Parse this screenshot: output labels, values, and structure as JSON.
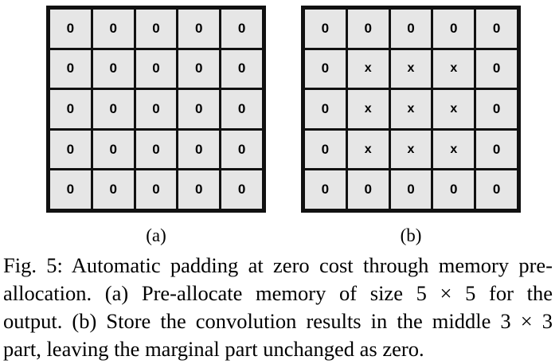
{
  "figure": {
    "grid_a": {
      "rows": [
        [
          "0",
          "0",
          "0",
          "0",
          "0"
        ],
        [
          "0",
          "0",
          "0",
          "0",
          "0"
        ],
        [
          "0",
          "0",
          "0",
          "0",
          "0"
        ],
        [
          "0",
          "0",
          "0",
          "0",
          "0"
        ],
        [
          "0",
          "0",
          "0",
          "0",
          "0"
        ]
      ]
    },
    "grid_b": {
      "rows": [
        [
          "0",
          "0",
          "0",
          "0",
          "0"
        ],
        [
          "0",
          "x",
          "x",
          "x",
          "0"
        ],
        [
          "0",
          "x",
          "x",
          "x",
          "0"
        ],
        [
          "0",
          "x",
          "x",
          "x",
          "0"
        ],
        [
          "0",
          "0",
          "0",
          "0",
          "0"
        ]
      ]
    },
    "label_a": "(a)",
    "label_b": "(b)"
  },
  "caption": {
    "lines": [
      "Fig. 5: Automatic padding at zero cost through memory pre-",
      "allocation. (a) Pre-allocate memory of size 5 × 5 for the",
      "output. (b) Store the convolution results in the middle 3 × 3",
      "part, leaving the marginal part unchanged as zero."
    ]
  },
  "colors": {
    "cell_background": "#e6e6e6",
    "grid_border": "#111111"
  }
}
